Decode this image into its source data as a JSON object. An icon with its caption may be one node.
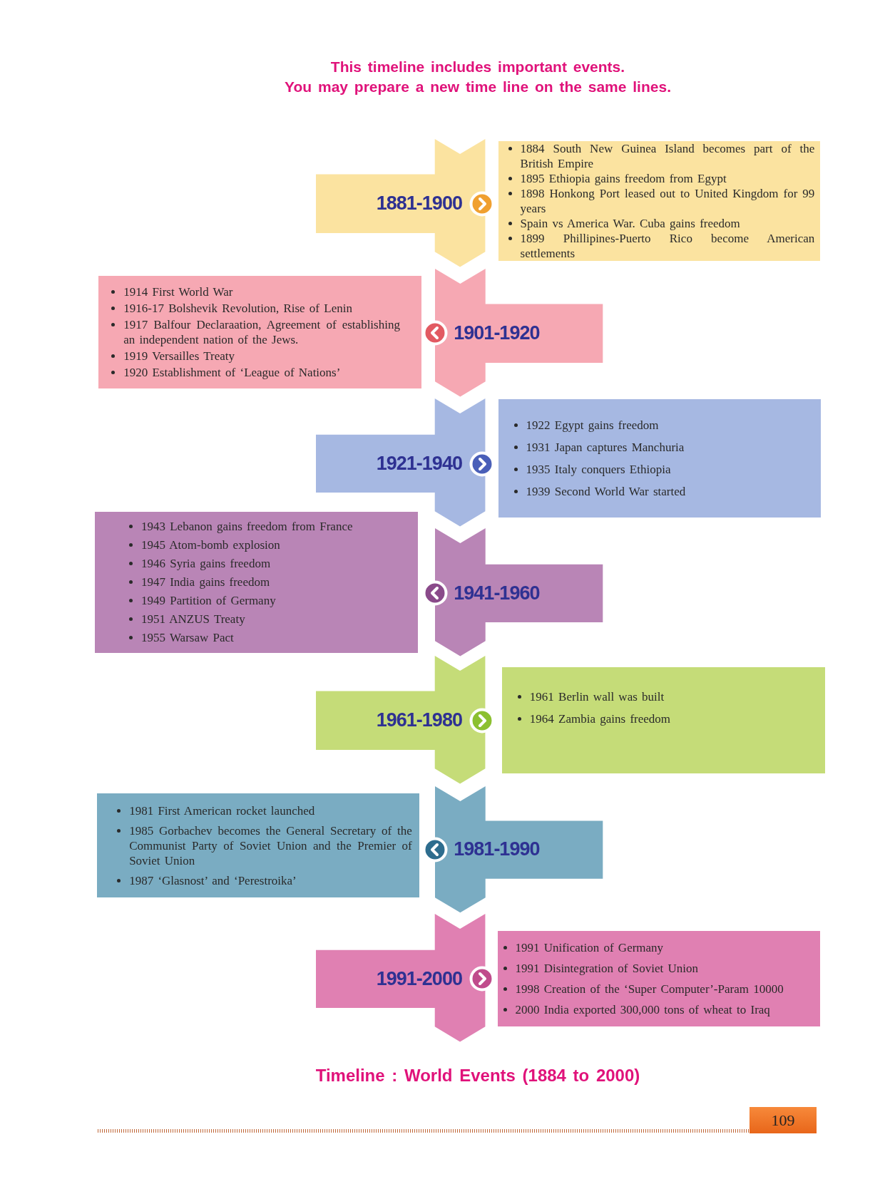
{
  "diagram": {
    "title": "This timeline includes important events. You may prepare a new time line on the same lines.",
    "caption": "Timeline : World Events (1884 to 2000)",
    "nodes": [
      {
        "text": [
          "1881-1900"
        ]
      },
      {
        "text": [
          "1884 South New Guinea Island becomes part of the British Empire",
          "1895 Ethiopia gains freedom from Egypt",
          "1898 Honkong Port leased out to United Kingdom for 99 years",
          "Spain vs America War. Cuba gains freedom",
          "1899 Phillipines-Puerto Rico become American settlements"
        ]
      },
      {
        "text": [
          "1901-1920"
        ]
      },
      {
        "text": [
          "1914 First World War",
          "1916-17 Bolshevik Revolution, Rise of Lenin",
          "1917 Balfour Declaraation, Agreement of establishing an independent nation of the Jews.",
          "1919 Versailles Treaty",
          "1920 Establishment of ‘League of Nations’"
        ]
      },
      {
        "text": [
          "1921-1940"
        ]
      },
      {
        "text": [
          "1922 Egypt gains freedom",
          "1931 Japan captures Manchuria",
          "1935 Italy conquers Ethiopia",
          "1939 Second World War started"
        ]
      },
      {
        "text": [
          "1941-1960"
        ]
      },
      {
        "text": [
          "1943 Lebanon gains freedom from France",
          "1945 Atom-bomb explosion",
          "1946 Syria gains freedom",
          "1947 India gains freedom",
          "1949 Partition of Germany",
          "1951 ANZUS Treaty",
          "1955 Warsaw Pact"
        ]
      },
      {
        "text": [
          "1961-1980"
        ]
      },
      {
        "text": [
          "1961 Berlin wall was built",
          "1964 Zambia gains freedom"
        ]
      },
      {
        "text": [
          "1981-1990"
        ]
      },
      {
        "text": [
          "1981 First American rocket launched",
          "1985 Gorbachev becomes the General Secretary of the Communist Party of Soviet Union and the Premier of Soviet Union",
          "1987 ‘Glasnost’ and ‘Perestroika’"
        ]
      },
      {
        "text": [
          "1991-2000"
        ]
      },
      {
        "text": [
          "1991 Unification of Germany",
          "1991 Disintegration of Soviet Union",
          "1998 Creation of the ‘Super Computer’-Param 10000",
          "2000 India exported 300,000 tons of wheat to Iraq"
        ]
      }
    ],
    "labels": [
      "109"
    ]
  }
}
